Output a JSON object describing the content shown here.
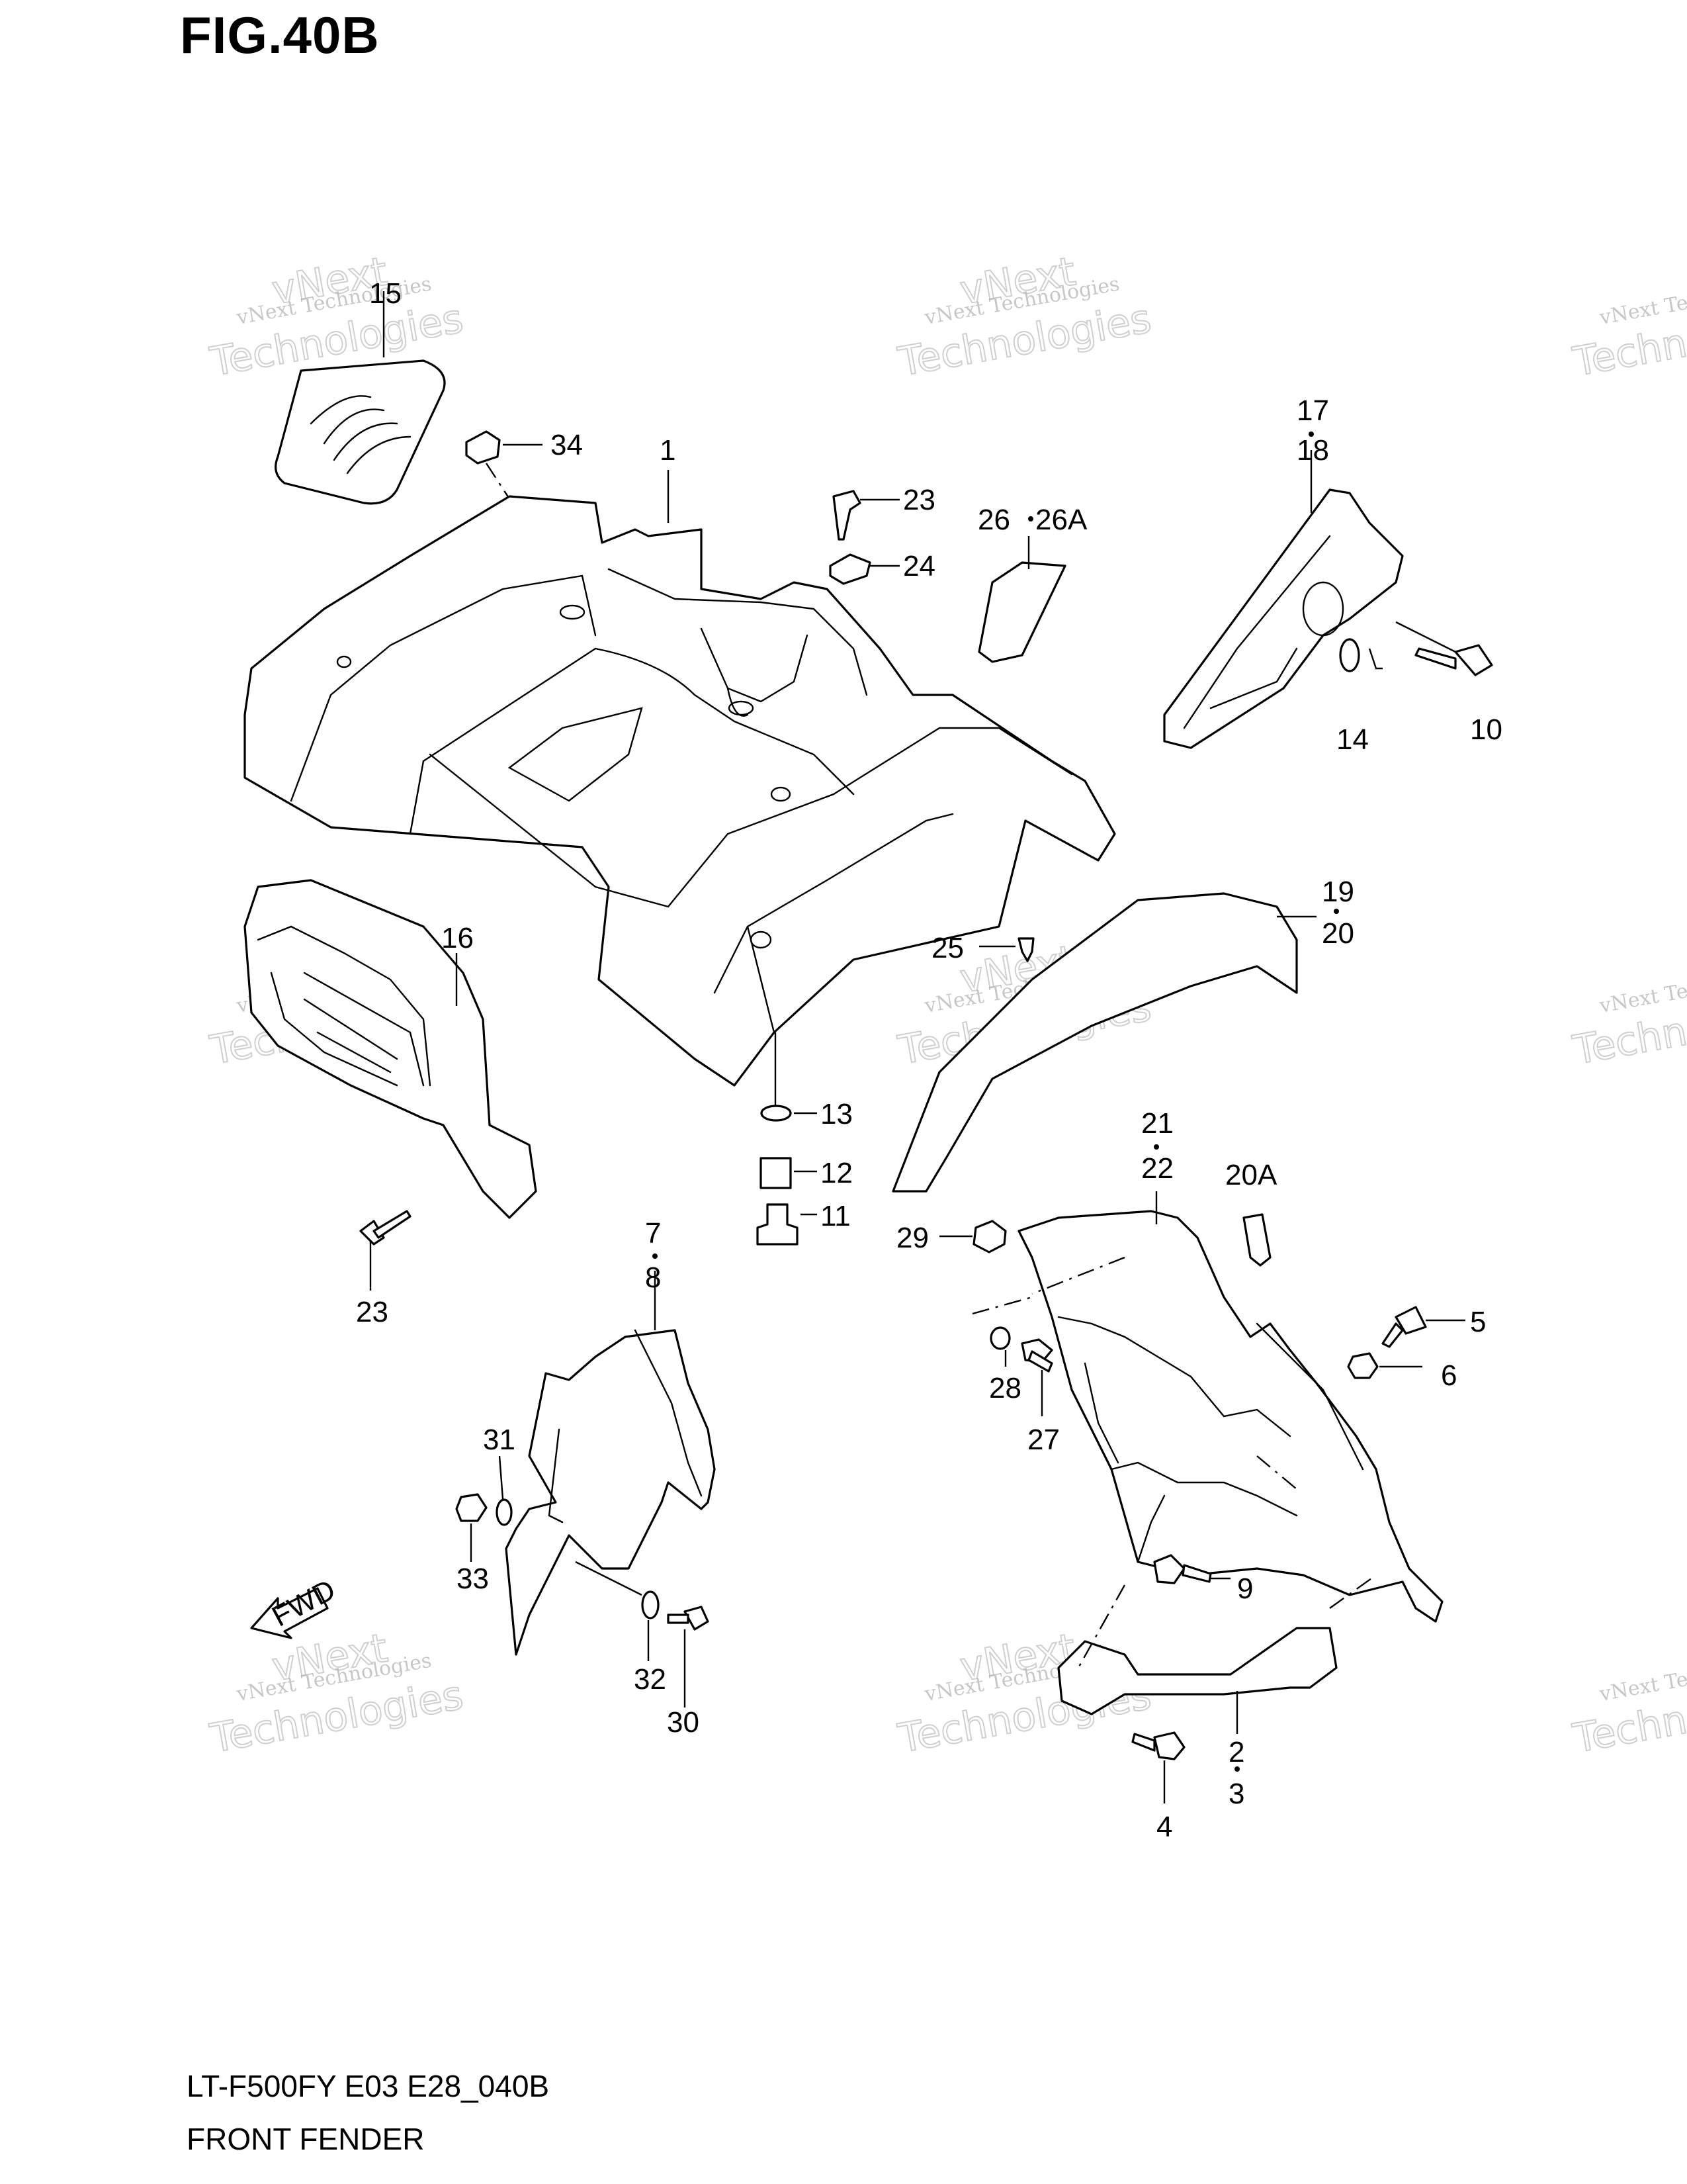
{
  "figure": {
    "title": "FIG.40B"
  },
  "footer": {
    "model": "LT-F500FY E03 E28_040B",
    "name": "FRONT FENDER"
  },
  "watermark": {
    "line1": "vNext Technologies",
    "line2": "vNext",
    "line3": "Technologies"
  },
  "fwd_label": "FWD",
  "labels": {
    "p15": "15",
    "p34": "34",
    "p1": "1",
    "p23a": "23",
    "p24": "24",
    "p26": "26",
    "p26a": "26A",
    "p17": "17",
    "p18": "18",
    "p14": "14",
    "p10": "10",
    "p16": "16",
    "p19": "19",
    "p20": "20",
    "p25": "25",
    "p13": "13",
    "p12": "12",
    "p11": "11",
    "p23b": "23",
    "p21": "21",
    "p22": "22",
    "p20a": "20A",
    "p29": "29",
    "p7": "7",
    "p8": "8",
    "p5": "5",
    "p6": "6",
    "p28": "28",
    "p27": "27",
    "p31": "31",
    "p33": "33",
    "p9": "9",
    "p32": "32",
    "p30": "30",
    "p2": "2",
    "p3": "3",
    "p4": "4"
  }
}
